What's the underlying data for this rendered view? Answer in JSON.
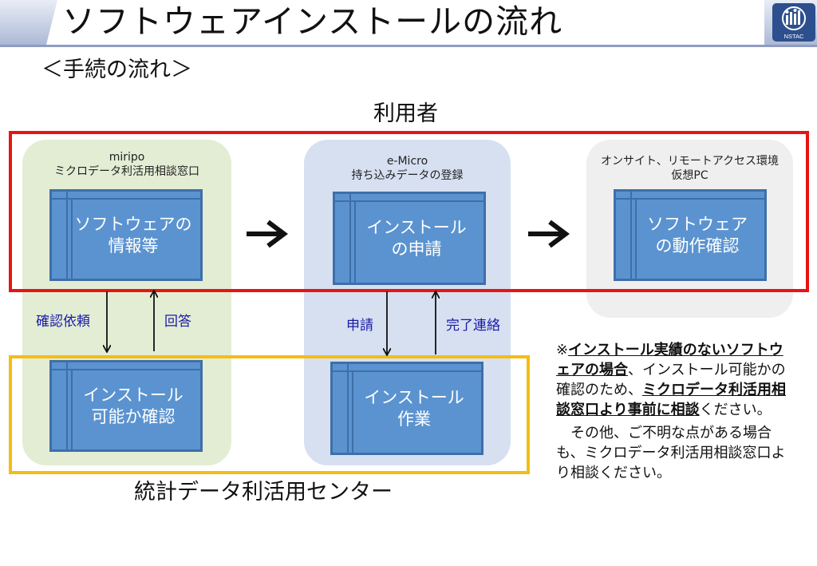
{
  "header": {
    "title": "ソフトウェアインストールの流れ",
    "logo_text": "NSTAC"
  },
  "subtitle": "＜手続の流れ＞",
  "actors": {
    "user": "利用者",
    "center": "統計データ利活用センター"
  },
  "zones": {
    "miripo": {
      "label_line1": "miripo",
      "label_line2": "ミクロデータ利活用相談窓口"
    },
    "emicro": {
      "label_line1": "e-Micro",
      "label_line2": "持ち込みデータの登録"
    },
    "onsite": {
      "label_line1": "オンサイト、リモートアクセス環境",
      "label_line2": "仮想PC"
    }
  },
  "boxes": {
    "software_info": "ソフトウェアの\n情報等",
    "install_request": "インストール\nの申請",
    "operation_check": "ソフトウェア\nの動作確認",
    "install_feasibility": "インストール\n可能か確認",
    "install_work": "インストール\n作業"
  },
  "flows": {
    "confirm_request": "確認依頼",
    "answer": "回答",
    "apply": "申請",
    "completion_notice": "完了連絡"
  },
  "note": {
    "mark": "※",
    "p1_u1": "インストール実績のないソフトウェアの場合",
    "p1_t1": "、インストール可能かの確認のため、",
    "p1_u2": "ミクロデータ利活用相談窓口より事前に相談",
    "p1_t2": "ください。",
    "p2": "その他、ご不明な点がある場合も、ミクロデータ利活用相談窓口より相談ください。"
  },
  "colors": {
    "user_frame": "#e81414",
    "center_frame": "#f5bd12",
    "box_fill": "#5b93d0",
    "zone_green": "#e3edd4",
    "zone_blue": "#d6e0f1",
    "zone_gray": "#efefef",
    "flow_text": "#1a1aa8"
  }
}
